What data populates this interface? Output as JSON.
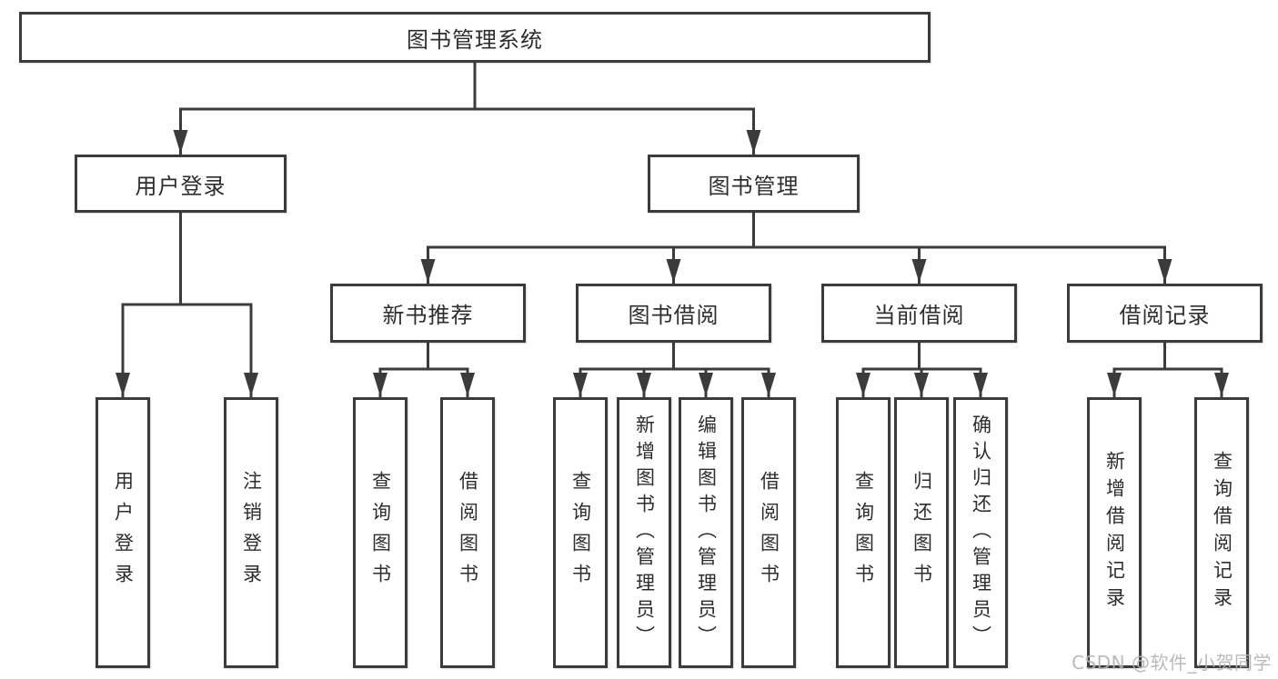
{
  "root": {
    "label": "图书管理系统"
  },
  "branches": [
    {
      "label": "用户登录",
      "leaves": [
        {
          "label": "用户登录"
        },
        {
          "label": "注销登录"
        }
      ]
    },
    {
      "label": "图书管理",
      "groups": [
        {
          "label": "新书推荐",
          "leaves": [
            {
              "label": "查询图书"
            },
            {
              "label": "借阅图书"
            }
          ]
        },
        {
          "label": "图书借阅",
          "leaves": [
            {
              "label": "查询图书"
            },
            {
              "label": "新增图书（管理员）"
            },
            {
              "label": "编辑图书（管理员）"
            },
            {
              "label": "借阅图书"
            }
          ]
        },
        {
          "label": "当前借阅",
          "leaves": [
            {
              "label": "查询图书"
            },
            {
              "label": "归还图书"
            },
            {
              "label": "确认归还（管理员）"
            }
          ]
        },
        {
          "label": "借阅记录",
          "leaves": [
            {
              "label": "新增借阅记录"
            },
            {
              "label": "查询借阅记录"
            }
          ]
        }
      ]
    }
  ],
  "watermark": {
    "text": "CSDN @软件_小贺同学"
  },
  "style": {
    "line_color": "#3b3b3b",
    "text_color": "#2d2d2d",
    "watermark_color": "#b3b3b3",
    "background": "#ffffff"
  }
}
